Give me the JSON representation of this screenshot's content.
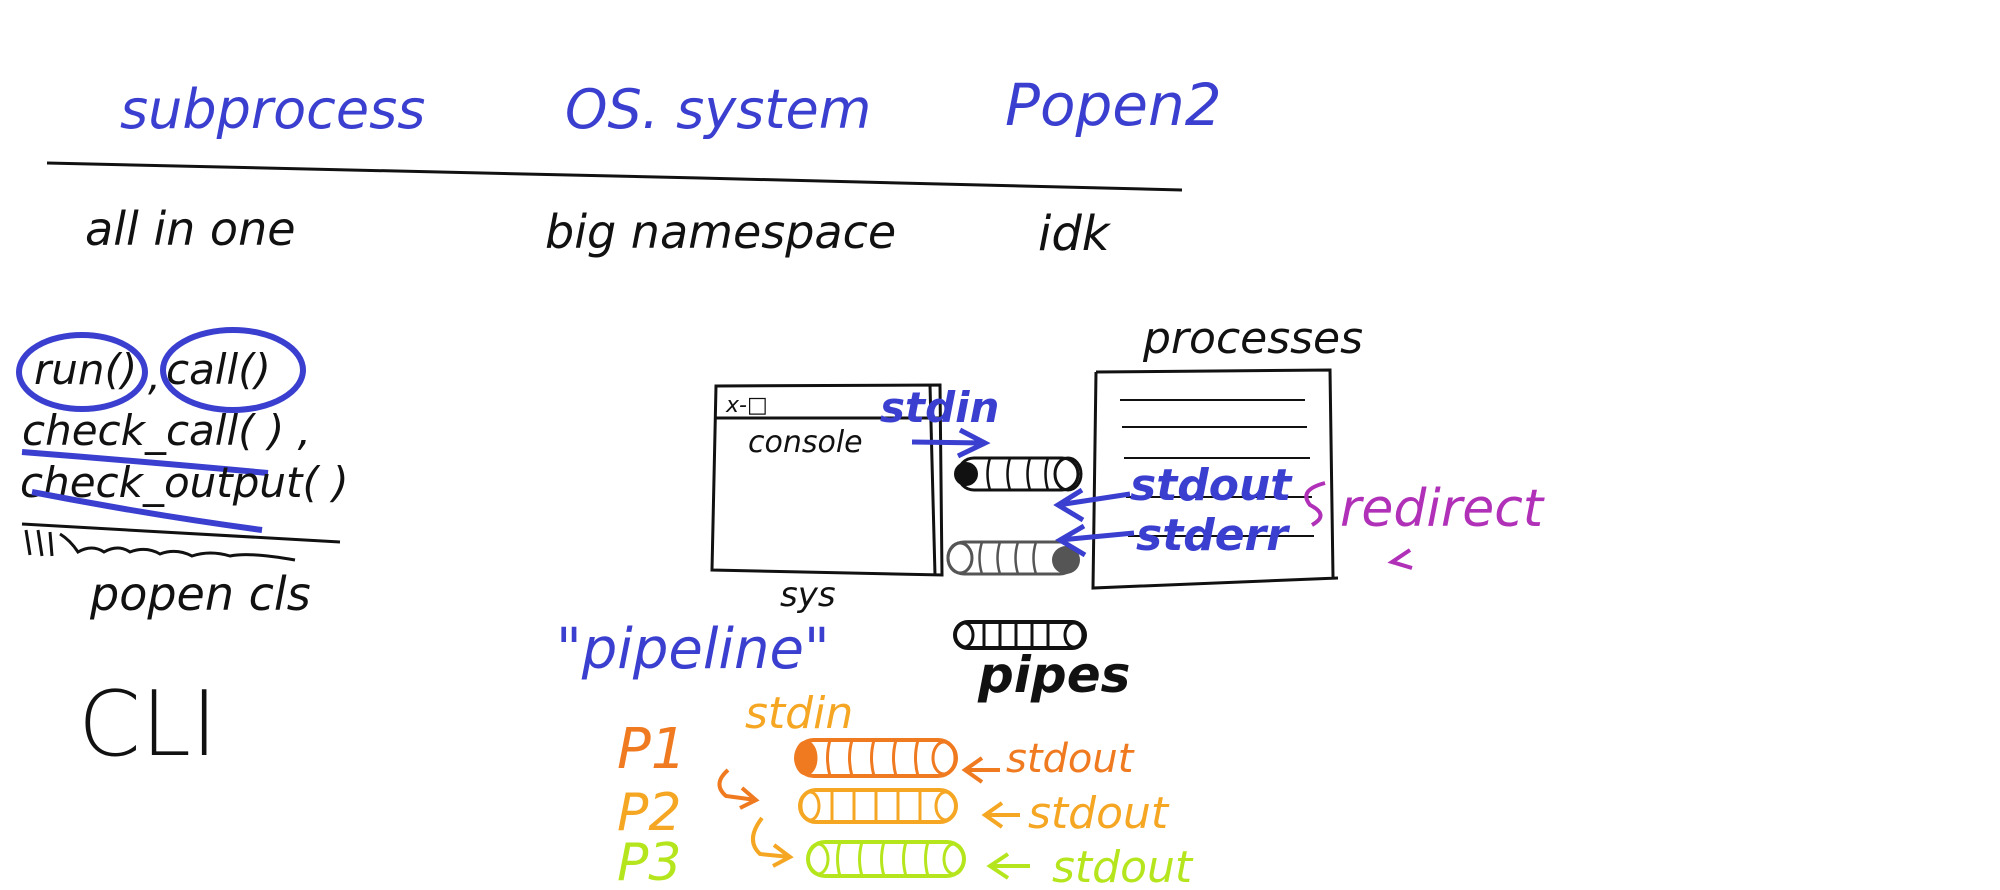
{
  "colors": {
    "blue": "#3a3fd0",
    "black": "#111111",
    "magenta": "#b030b8",
    "orange": "#f07a20",
    "amber": "#f5a623",
    "lime": "#b5e61d",
    "gray": "#555555"
  },
  "header": {
    "col1": "subprocess",
    "col2": "OS. system",
    "col3": "Popen2"
  },
  "descriptions": {
    "col1": "all in one",
    "col2": "big namespace",
    "col3": "idk"
  },
  "functions": {
    "run": "run()",
    "comma": ",",
    "call": "call()",
    "check_call": "check_call( ) ,",
    "check_output": "check_output( )",
    "popen_cls": "popen cls",
    "cli": "CLI"
  },
  "console_window": {
    "title_icons": "x-□",
    "label": "console",
    "caption": "sys"
  },
  "process_box": {
    "label": "processes"
  },
  "streams": {
    "stdin": "stdin",
    "stdout": "stdout",
    "stderr": "stderr",
    "redirect": "redirect"
  },
  "pipes_label": "pipes",
  "pipeline": {
    "title": "\"pipeline\"",
    "p1": "P1",
    "p2": "P2",
    "p3": "P3",
    "stdin": "stdin",
    "stdout1": "stdout",
    "stdout2": "stdout",
    "stdout3": "stdout"
  }
}
